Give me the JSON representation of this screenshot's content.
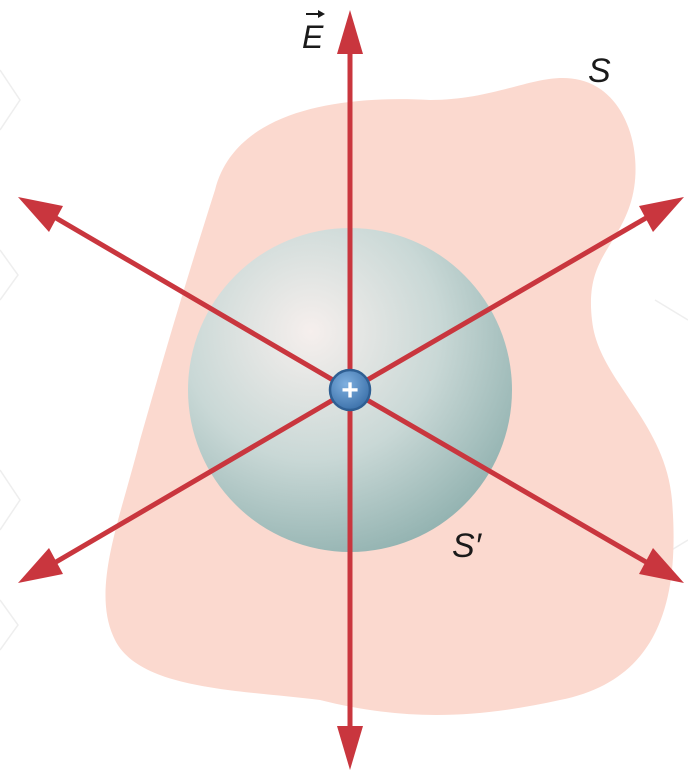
{
  "labels": {
    "field": "E",
    "outer_surface": "S",
    "inner_surface": "S′",
    "charge": "+"
  },
  "colors": {
    "outer_surface_fill": "#fbd9cf",
    "sphere_center": "#f3ecea",
    "sphere_edge": "#9ebcba",
    "field_line": "#c9363e",
    "charge_fill": "#4f86bf",
    "charge_ring": "#2f5f93",
    "background": "#ffffff"
  }
}
